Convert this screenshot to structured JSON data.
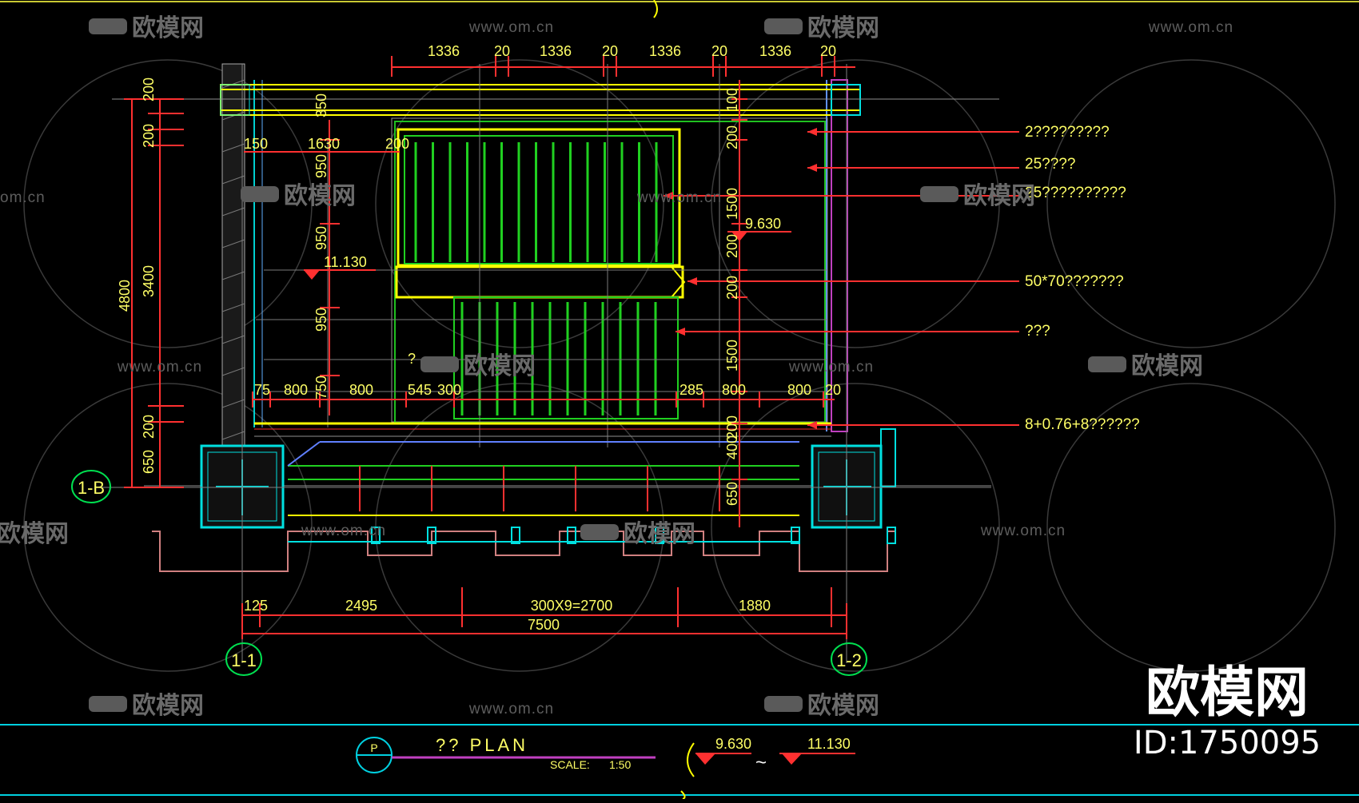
{
  "top_dims": [
    "1336",
    "20",
    "1336",
    "20",
    "1336",
    "20",
    "1336",
    "20"
  ],
  "left_outer_dim": "4800",
  "left_mid_dims": [
    "200",
    "200",
    "3400",
    "200",
    "650"
  ],
  "inner_vertical_dims": [
    "350",
    "950",
    "950",
    "950",
    "750"
  ],
  "right_vertical_dims": [
    "100",
    "200",
    "1500",
    "200",
    "200",
    "1500",
    "200",
    "400",
    "650"
  ],
  "upper_row_dims": [
    "150",
    "1630",
    "200"
  ],
  "lower_row_dims": [
    "75",
    "800",
    "800",
    "545",
    "300",
    "285",
    "800",
    "800",
    "20"
  ],
  "bottom_dims": [
    "125",
    "2495",
    "300X9=2700",
    "1880"
  ],
  "bottom_total": "7500",
  "levels": [
    "11.130",
    "9.630"
  ],
  "notes": [
    "2?????????",
    "25????",
    "25??????????",
    "50*70???????",
    "???",
    "8+0.76+8??????"
  ],
  "axis_labels": {
    "left_b": "1-B",
    "grid1": "1-1",
    "grid2": "1-2"
  },
  "question_mark": "?",
  "title_block": {
    "symbol": "P",
    "title": "?? PLAN",
    "scale_label": "SCALE:",
    "scale_value": "1:50",
    "level_from": "9.630",
    "level_to": "11.130",
    "tilde": "~"
  },
  "watermark": {
    "brand": "欧模网",
    "url": "www.om.cn",
    "url_partial": "om.cn",
    "brand_partial": "欧模网",
    "id_text": "ID:1750095"
  },
  "colors": {
    "background": "#000000",
    "yellow": "#ffff00",
    "red": "#ff2020",
    "green": "#20d020",
    "cyan": "#00e0e0",
    "magenta": "#c040c0",
    "grey": "#808080"
  }
}
